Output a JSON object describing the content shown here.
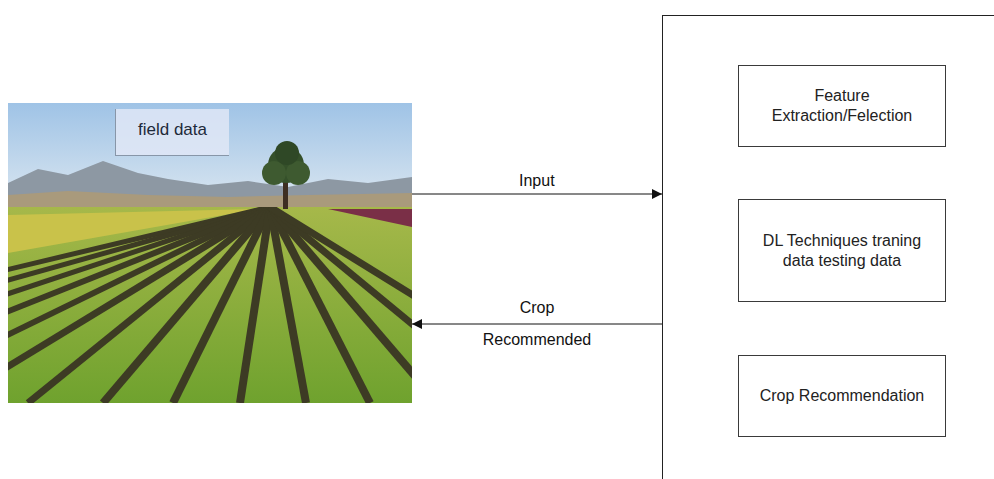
{
  "diagram": {
    "nodes": [
      {
        "text": [
          "field data"
        ]
      },
      {
        "text": []
      },
      {
        "text": [
          "Feature Extraction/Felection"
        ],
        "in": 1
      },
      {
        "text": [
          "DL Techniques traning data testing data"
        ],
        "in": 1
      },
      {
        "text": [
          "Crop Recommendation"
        ],
        "in": 1
      }
    ],
    "edges": [
      {
        "from": 0,
        "to": 1,
        "arrow": "to",
        "label": "Input"
      },
      {
        "from": 1,
        "to": 0,
        "arrow": "to",
        "label": "Crop Recommended"
      }
    ]
  }
}
